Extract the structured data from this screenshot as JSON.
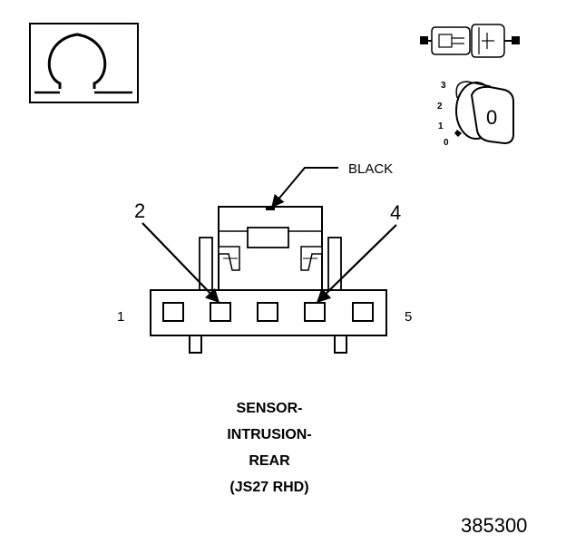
{
  "symbol_box": {
    "icon": "ohm-icon"
  },
  "ignition_key": {
    "icon": "ignition-key-icon",
    "positions": [
      "3",
      "2",
      "1",
      "0"
    ],
    "key_label": "0"
  },
  "connector": {
    "color_label": "BLACK",
    "callout_pins": [
      "2",
      "4"
    ],
    "end_pins": {
      "left": "1",
      "right": "5"
    }
  },
  "caption_lines": [
    "SENSOR-",
    "INTRUSION-",
    "REAR",
    "(JS27 RHD)"
  ],
  "figure_number": "385300"
}
